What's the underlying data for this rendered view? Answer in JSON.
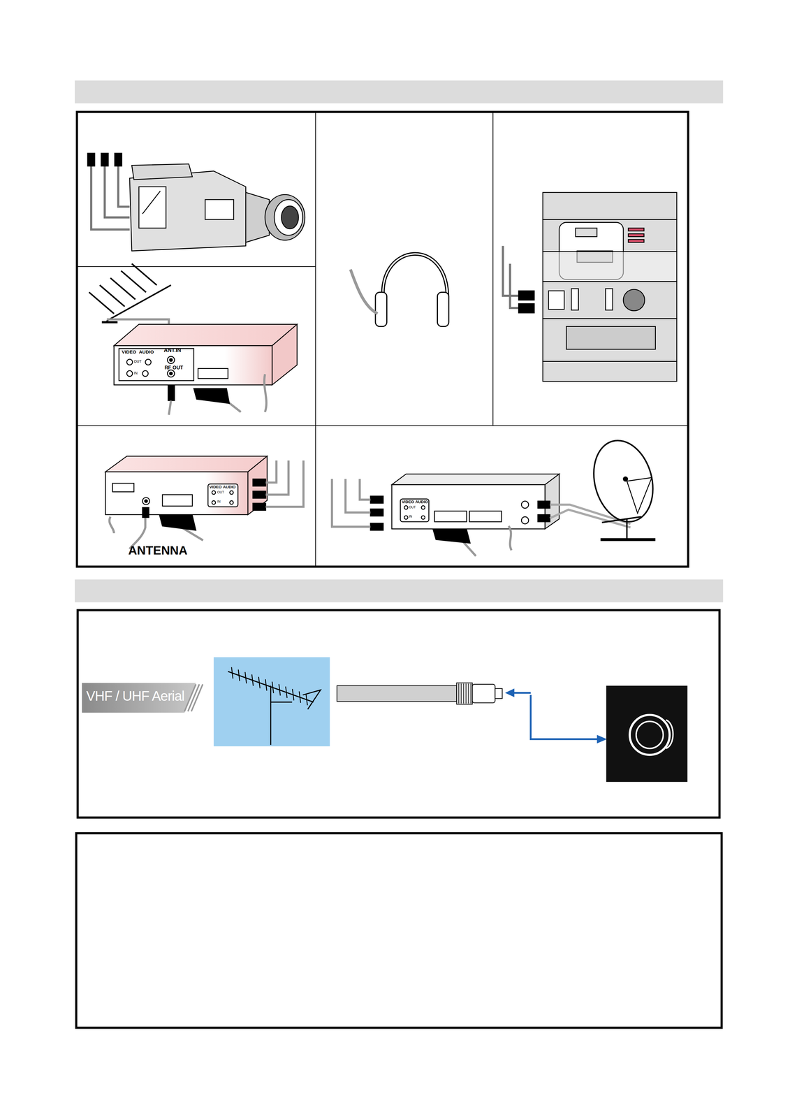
{
  "diagram": {
    "nodes": [
      {
        "text": [
          "VHF / UHF Aerial"
        ]
      }
    ],
    "labels": [
      "VIDEO",
      "AUDIO",
      "ANT.IN",
      "OUT",
      "RF OUT",
      "IN",
      "VIDEO",
      "AUDIO",
      "OUT",
      "IN",
      "VIDEO",
      "AUDIO",
      "OUT",
      "IN",
      "ANTENNA"
    ]
  }
}
